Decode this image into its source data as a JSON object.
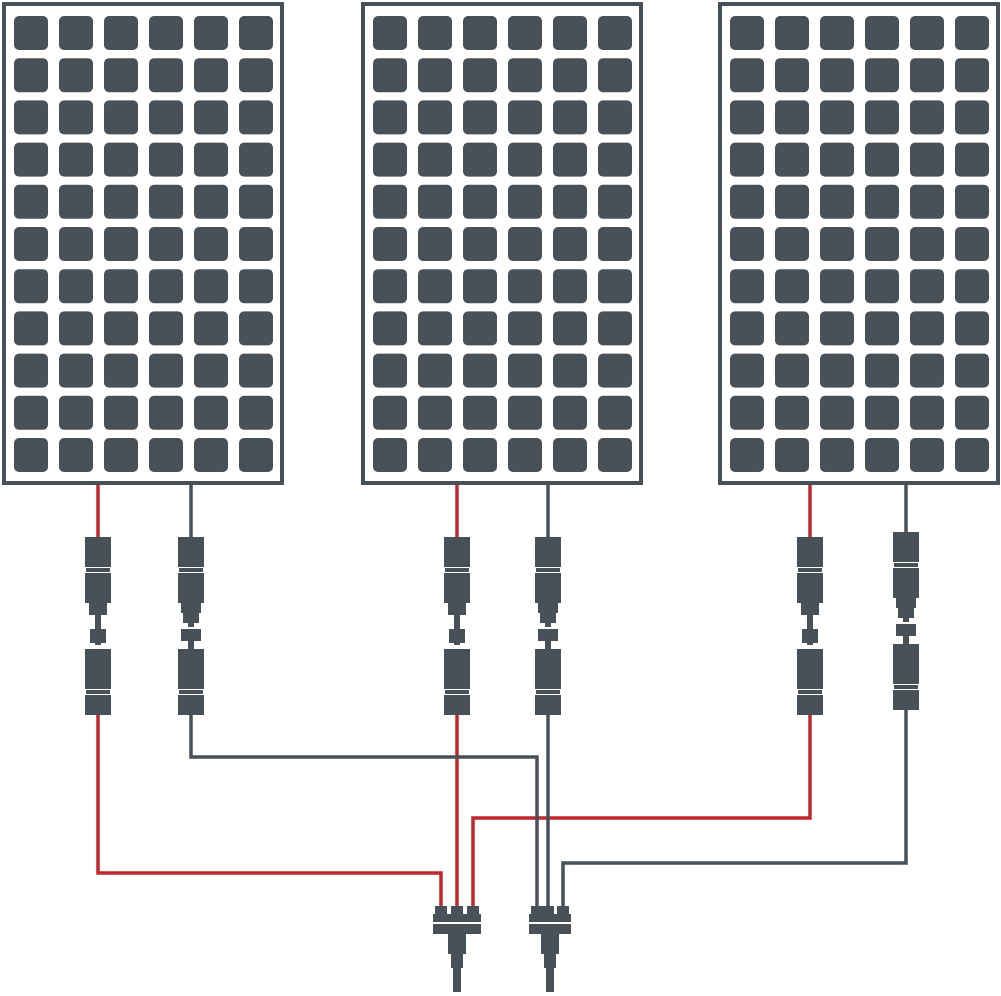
{
  "diagram": {
    "panels": [
      {
        "id": "panel-1",
        "rows": 11,
        "cols": 6
      },
      {
        "id": "panel-2",
        "rows": 11,
        "cols": 6
      },
      {
        "id": "panel-3",
        "rows": 11,
        "cols": 6
      }
    ],
    "branch_connectors": [
      {
        "id": "positive-branch",
        "inputs": 3
      },
      {
        "id": "negative-branch",
        "inputs": 3
      }
    ],
    "colors": {
      "frame": "#485158",
      "cell": "#485158",
      "cell_gap": "#ffffff",
      "positive_wire": "#c0282d",
      "negative_wire": "#485158",
      "connector": "#485158"
    }
  }
}
